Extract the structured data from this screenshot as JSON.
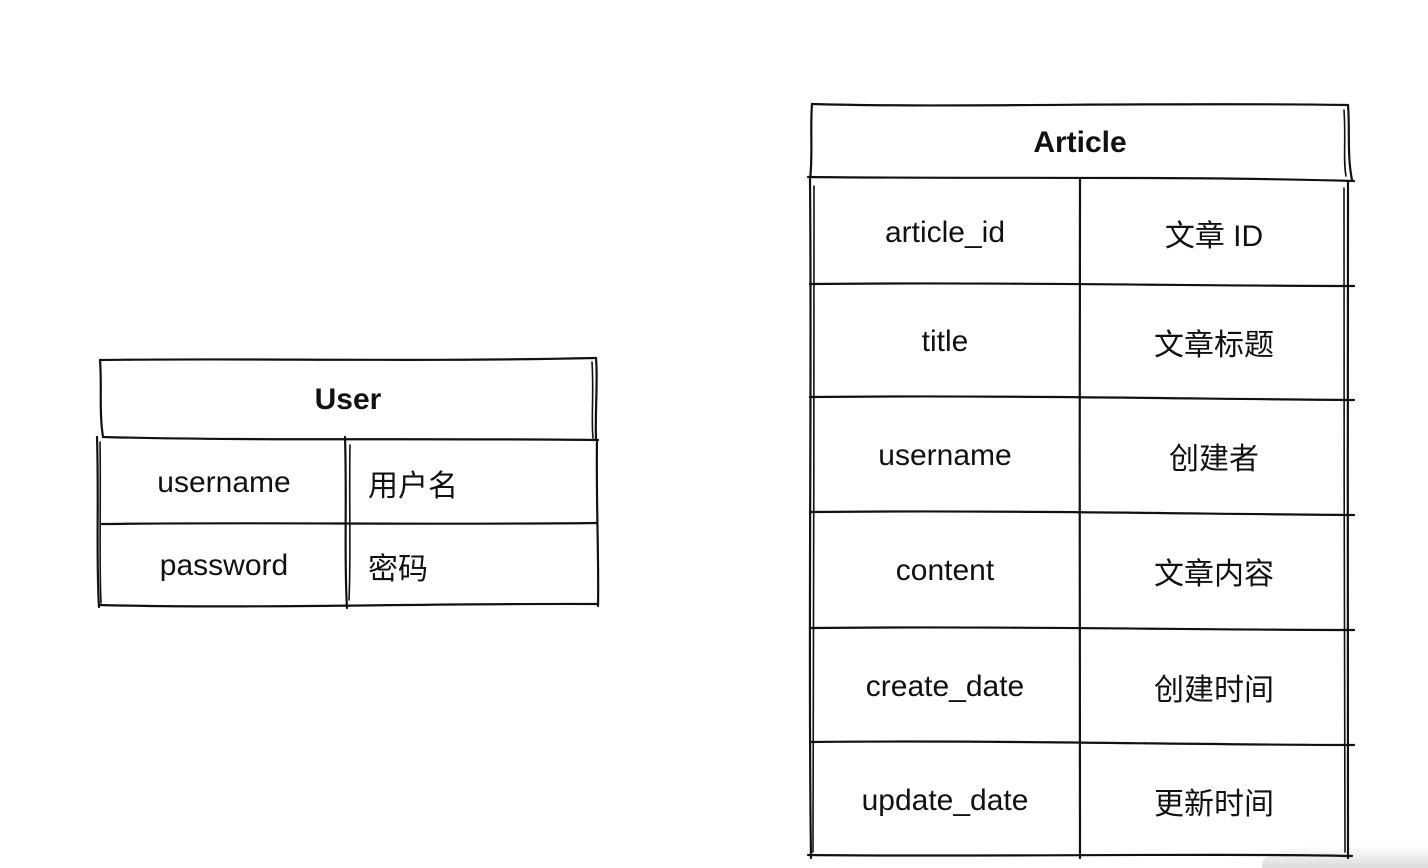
{
  "user_table": {
    "title": "User",
    "rows": [
      {
        "field": "username",
        "desc": "用户名"
      },
      {
        "field": "password",
        "desc": "密码"
      }
    ]
  },
  "article_table": {
    "title": "Article",
    "rows": [
      {
        "field": "article_id",
        "desc": "文章 ID"
      },
      {
        "field": "title",
        "desc": "文章标题"
      },
      {
        "field": "username",
        "desc": "创建者"
      },
      {
        "field": "content",
        "desc": "文章内容"
      },
      {
        "field": "create_date",
        "desc": "创建时间"
      },
      {
        "field": "update_date",
        "desc": "更新时间"
      }
    ]
  },
  "colors": {
    "stroke": "#111111",
    "background": "#ffffff"
  }
}
